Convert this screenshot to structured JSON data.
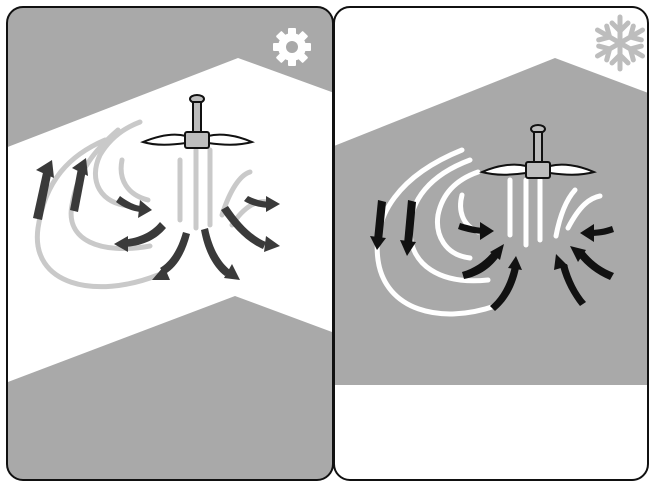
{
  "panels": [
    {
      "id": "winter",
      "mode_icon": "gear-icon",
      "colors": {
        "band": "#a9a9a9",
        "background": "#ffffff",
        "fan": "#bdbdbd",
        "arrow_head": "#3a3a3a",
        "icon": "#ffffff"
      },
      "airflow": "upward"
    },
    {
      "id": "summer",
      "mode_icon": "snowflake-icon",
      "colors": {
        "band": "#a9a9a9",
        "background": "#ffffff",
        "fan": "#bdbdbd",
        "arrow_head": "#111111",
        "icon": "#bdbdbd"
      },
      "airflow": "downward"
    }
  ],
  "frame": {
    "border": "#111111"
  }
}
